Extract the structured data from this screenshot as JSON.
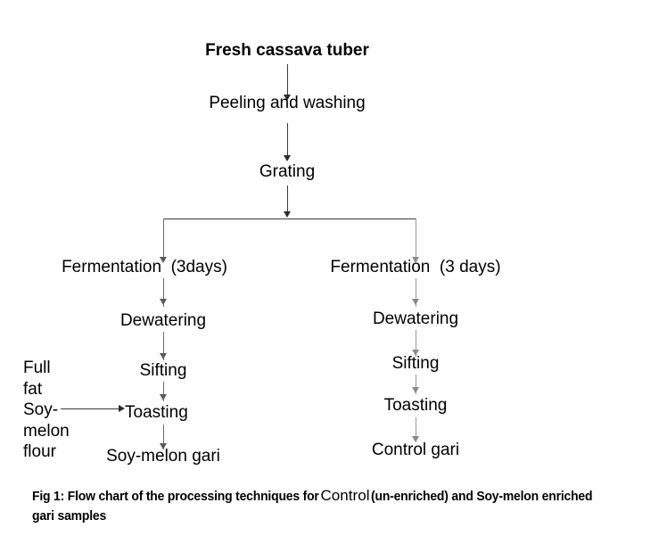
{
  "figure": {
    "nodes": {
      "fresh_cassava_tuber": "Fresh cassava tuber",
      "peeling_and_washing": "Peeling and washing",
      "grating": "Grating",
      "left_fermentation": "Fermentation  (3days)",
      "left_dewatering": "Dewatering",
      "left_sifting": "Sifting",
      "left_toasting": "Toasting",
      "left_product": "Soy-melon gari",
      "right_fermentation": "Fermentation  (3 days)",
      "right_dewatering": "Dewatering",
      "right_sifting": "Sifting",
      "right_toasting": "Toasting",
      "right_product": "Control gari"
    },
    "side_input": {
      "lines": [
        "Full",
        "fat",
        "Soy-",
        "melon",
        "flour"
      ],
      "line_1": "Full",
      "line_2": "fat",
      "line_3": "Soy-",
      "line_4": "melon",
      "line_5": "flour"
    },
    "caption": {
      "prefix": "Fig 1:  Flow chart of the processing techniques for ",
      "emphasis": "Control",
      "suffix": " (un-enriched) and Soy-melon enriched gari samples"
    },
    "colors": {
      "background": "#ffffff",
      "text": "#000000",
      "connector_dark": "#3a3a3a",
      "connector_mid": "#6e6e6e",
      "connector_light": "#999999"
    }
  }
}
